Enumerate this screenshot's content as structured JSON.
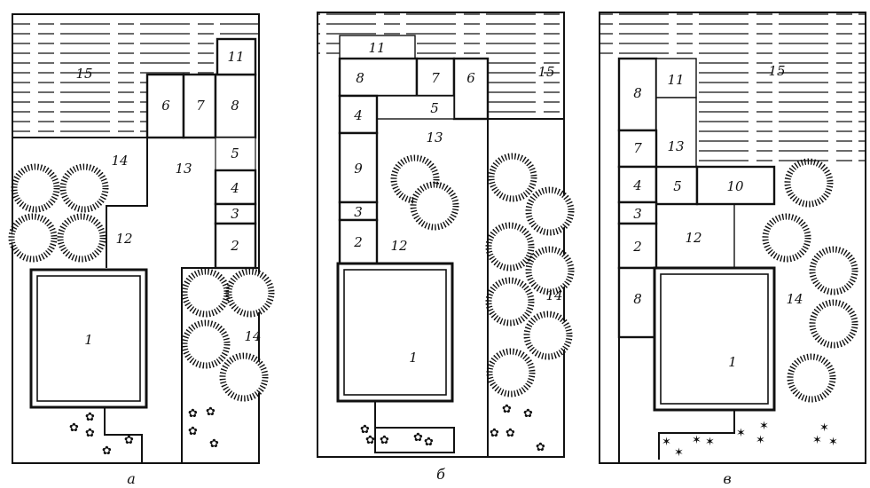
{
  "plans": [
    {
      "caption": "а",
      "labels": {
        "1": "1",
        "2": "2",
        "3": "3",
        "4": "4",
        "5": "5",
        "6": "6",
        "7": "7",
        "8": "8",
        "11": "11",
        "12": "12",
        "13": "13",
        "14a": "14",
        "14b": "14",
        "15": "15"
      }
    },
    {
      "caption": "б",
      "labels": {
        "1": "1",
        "2": "2",
        "3": "3",
        "4": "4",
        "5": "5",
        "6": "6",
        "7": "7",
        "8": "8",
        "9": "9",
        "11": "11",
        "12": "12",
        "13": "13",
        "14": "14",
        "15": "15"
      }
    },
    {
      "caption": "в",
      "labels": {
        "1": "1",
        "2": "2",
        "3": "3",
        "4": "4",
        "5": "5",
        "7": "7",
        "8a": "8",
        "8b": "8",
        "10": "10",
        "11": "11",
        "12": "12",
        "13": "13",
        "14": "14",
        "15": "15"
      }
    }
  ]
}
